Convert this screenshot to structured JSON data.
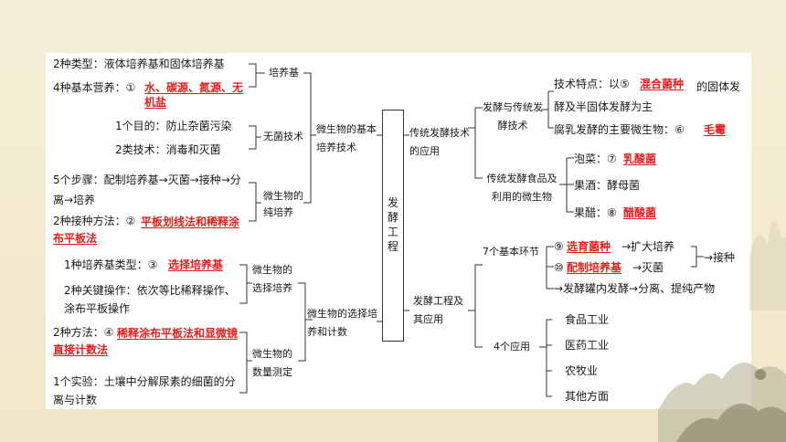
{
  "center": "发酵工程",
  "left": {
    "basic_culture": {
      "label": "微生物的基本培养技术",
      "culture_medium": {
        "label": "培养基",
        "types": "2种类型：液体培养基和固体培养基",
        "nutrients_prefix": "4种基本营养：①",
        "nutrients_answer": "水、碳源、氮源、无机盐"
      },
      "aseptic": {
        "label": "无菌技术",
        "purpose": "1个目的：防止杂菌污染",
        "techniques": "2类技术：消毒和灭菌"
      },
      "pure_culture": {
        "label": "微生物的纯培养",
        "steps": "5个步骤：配制培养基→灭菌→接种→分离→培养",
        "methods_prefix": "2种接种方法：②",
        "methods_answer": "平板划线法和稀释涂布平板法"
      }
    },
    "select_count": {
      "label": "微生物的选择培养和计数",
      "selective": {
        "label": "微生物的选择培养",
        "medium_prefix": "1种培养基类型：③",
        "medium_answer": "选择培养基",
        "key_ops": "2种关键操作：依次等比稀释操作、涂布平板操作"
      },
      "counting": {
        "label": "微生物的数量测定",
        "methods_prefix": "2种方法：④",
        "methods_answer": "稀释涂布平板法和显微镜直接计数法",
        "experiment": "1个实验：土壤中分解尿素的细菌的分离与计数"
      }
    }
  },
  "right": {
    "traditional": {
      "label": "传统发酵技术的应用",
      "ferment": {
        "label": "发酵与传统发酵技术",
        "feature_prefix": "技术特点：以⑤",
        "feature_answer": "混合菌种",
        "feature_suffix": "的固体发酵及半固体发酵为主",
        "furu_prefix": "腐乳发酵的主要微生物：⑥",
        "furu_answer": "毛霉"
      },
      "foods": {
        "label": "传统发酵食品及利用的微生物",
        "paocai_prefix": "泡菜：⑦",
        "paocai_answer": "乳酸菌",
        "guojiu": "果酒：酵母菌",
        "guocu_prefix": "果醋：⑧",
        "guocu_answer": "醋酸菌"
      }
    },
    "engineering": {
      "label": "发酵工程及其应用",
      "steps": {
        "label": "7个基本环节",
        "s9_prefix": "⑨",
        "s9_answer": "选育菌种",
        "s9_next": "→扩大培养",
        "s10_prefix": "⑩",
        "s10_answer": "配制培养基",
        "s10_next": "→灭菌",
        "inoculate": "→接种",
        "tail": "→发酵罐内发酵→分离、提纯产物"
      },
      "apps": {
        "label": "4个应用",
        "items": [
          "食品工业",
          "医药工业",
          "农牧业",
          "其他方面"
        ]
      }
    }
  }
}
